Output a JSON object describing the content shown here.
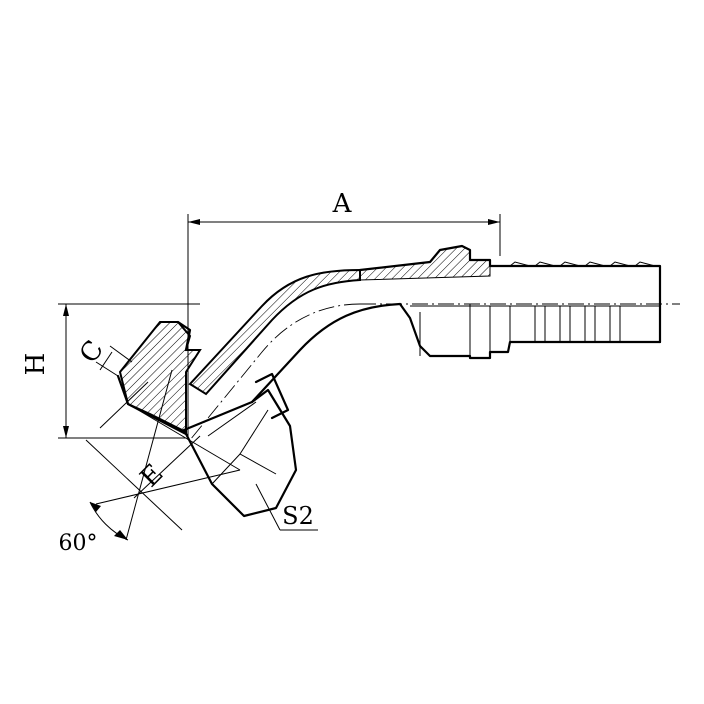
{
  "labels": {
    "dim_a": "A",
    "dim_h": "H",
    "dim_c": "C",
    "dim_e": "E",
    "dim_s2": "S2",
    "angle": "60°"
  }
}
